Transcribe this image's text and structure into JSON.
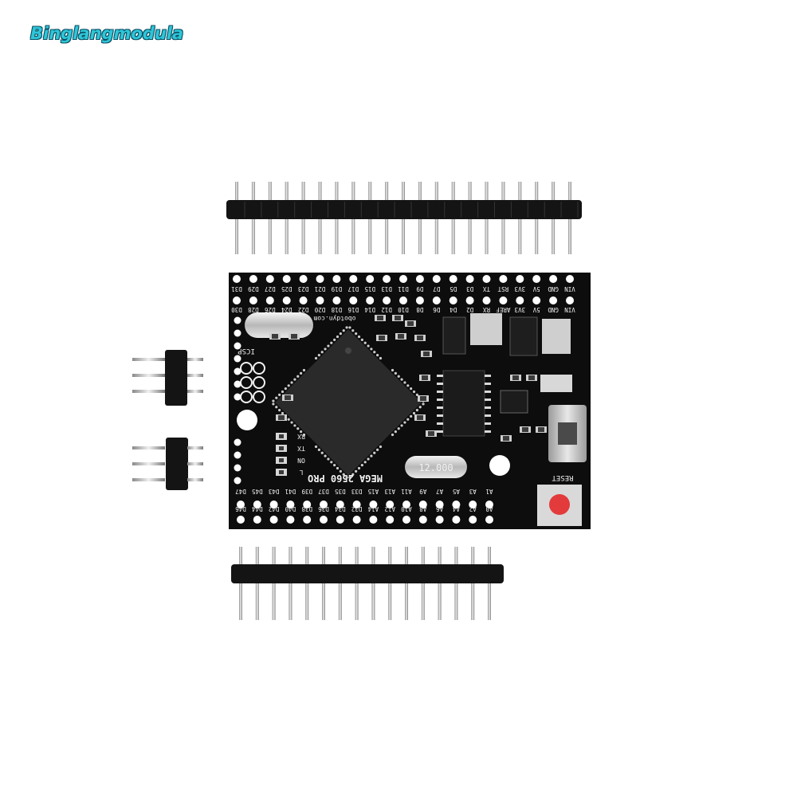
{
  "brand": {
    "watermark_text": "Binglangmodula"
  },
  "board": {
    "model_label": "MEGA 2560 PRO",
    "website": "obotdyn.com",
    "crystal_label": "12.000",
    "reset_label": "RESET",
    "icsp_label": "ICSP",
    "led_labels": [
      "RX",
      "TX",
      "ON",
      "L"
    ],
    "top_row_outer": [
      "D31",
      "D29",
      "D27",
      "D25",
      "D23",
      "D21",
      "D19",
      "D17",
      "D15",
      "D13",
      "D11",
      "D9",
      "D7",
      "D5",
      "D3",
      "TX",
      "RST",
      "3V3",
      "5V",
      "GND",
      "VIN"
    ],
    "top_row_inner": [
      "D30",
      "D28",
      "D26",
      "D24",
      "D22",
      "D20",
      "D18",
      "D16",
      "D14",
      "D12",
      "D10",
      "D8",
      "D6",
      "D4",
      "D2",
      "RX",
      "AREF",
      "3V3",
      "5V",
      "GND",
      "VIN"
    ],
    "bottom_row_inner": [
      "D47",
      "D45",
      "D43",
      "D41",
      "D39",
      "D37",
      "D35",
      "D33",
      "A15",
      "A13",
      "A11",
      "A9",
      "A7",
      "A5",
      "A3",
      "A1"
    ],
    "bottom_row_outer": [
      "D46",
      "D44",
      "D42",
      "D40",
      "D38",
      "D36",
      "D34",
      "D32",
      "A14",
      "A12",
      "A10",
      "A8",
      "A6",
      "A4",
      "A2",
      "A0"
    ]
  },
  "colors": {
    "pcb": "#0d0d0d",
    "silkscreen": "#f2f2f2",
    "reset_button": "#e33b3b",
    "brand_cyan": "#2ec6d8"
  }
}
